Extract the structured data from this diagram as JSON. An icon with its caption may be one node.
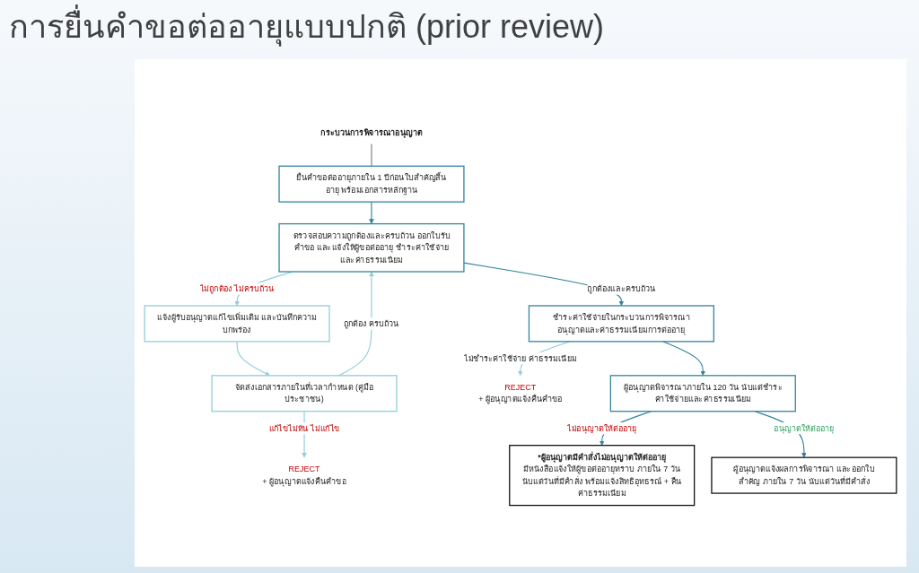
{
  "diagram": {
    "title": "การยื่นคำขอต่ออายุแบบปกติ (prior review)",
    "nodes": [
      {
        "text": [
          "กระบวนการพิจารณาอนุญาต"
        ]
      },
      {
        "text": [
          "ยื่นคำขอต่ออายุภายใน 1 ปีก่อนใบสำคัญสิ้นอายุ พร้อมเอกสารหลักฐาน"
        ]
      },
      {
        "text": [
          "ตรวจสอบความถูกต้องและครบถ้วน ออกใบรับคำขอ และแจ้งให้ผู้ขอต่ออายุ ชำระค่าใช้จ่ายและค่าธรรมเนียม"
        ]
      },
      {
        "text": [
          "แจ้งผู้รับอนุญาตแก้ไขเพิ่มเติม และบันทึกความบกพร่อง"
        ]
      },
      {
        "text": [
          "จัดส่งเอกสารภายในที่เวลากำหนด (คู่มือประชาชน)"
        ]
      },
      {
        "text": [
          "ชำระค่าใช้จ่ายในกระบวนการพิจารณาอนุญาตและค่าธรรมเนียมการต่ออายุ"
        ]
      },
      {
        "text": [
          "REJECT",
          "+ ผู้อนุญาตแจ้งคืนคำขอ"
        ]
      },
      {
        "text": [
          "REJECT",
          "+ ผู้อนุญาตแจ้งคืนคำขอ"
        ]
      },
      {
        "text": [
          "ผู้อนุญาตพิจารณาภายใน 120 วัน นับแต่ชำระค่าใช้จ่ายและค่าธรรมเนียม"
        ]
      },
      {
        "text": [
          "*ผู้อนุญาตมีคำสั่งไม่อนุญาตให้ต่ออายุ",
          "มีหนังสือแจ้งให้ผู้ขอต่ออายุทราบ ภายใน 7 วันนับแต่วันที่มีคำสั่ง พร้อมแจ้งสิทธิอุทธรณ์ + คืนค่าธรรมเนียม"
        ]
      },
      {
        "text": [
          "ผู้อนุญาตแจ้งผลการพิจารณา และออกใบสำคัญ ภายใน 7 วัน นับแต่วันที่มีคำสั่ง"
        ]
      }
    ],
    "edges": [
      {
        "from": 0,
        "to": 1,
        "arrow": "none",
        "color": "#7f7f7f"
      },
      {
        "from": 1,
        "to": 2,
        "arrow": "to"
      },
      {
        "from": 2,
        "to": 3,
        "arrow": "to",
        "label": "ไม่ถูกต้อง ไม่ครบถ้วน",
        "color": "#92cddc"
      },
      {
        "from": 3,
        "to": 4,
        "arrow": "to",
        "color": "#92cddc"
      },
      {
        "from": 4,
        "to": 2,
        "arrow": "to",
        "label": "ถูกต้อง ครบถ้วน",
        "color": "#92cddc"
      },
      {
        "from": 2,
        "to": 5,
        "arrow": "to",
        "label": "ถูกต้องและครบถ้วน"
      },
      {
        "from": 5,
        "to": 6,
        "arrow": "to",
        "label": "ไม่ชำระค่าใช้จ่าย ค่าธรรมเนียม",
        "color": "#92cddc"
      },
      {
        "from": 4,
        "to": 7,
        "arrow": "to",
        "label": "แก้ไขไม่ทัน ไม่แก้ไข",
        "color": "#92cddc"
      },
      {
        "from": 5,
        "to": 8,
        "arrow": "to"
      },
      {
        "from": 8,
        "to": 9,
        "arrow": "to",
        "label": "ไม่อนุญาตให้ต่ออายุ"
      },
      {
        "from": 8,
        "to": 10,
        "arrow": "to",
        "label": "อนุญาตให้ต่ออายุ"
      }
    ]
  }
}
